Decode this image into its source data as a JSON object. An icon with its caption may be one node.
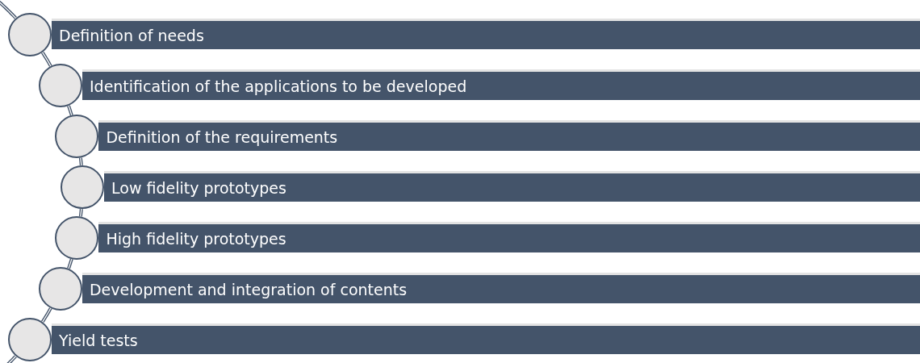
{
  "diagram": {
    "nodes": [
      {
        "text": [
          "Definition of needs"
        ]
      },
      {
        "text": [
          "Identification of the applications to be developed"
        ]
      },
      {
        "text": [
          "Definition of the requirements"
        ]
      },
      {
        "text": [
          "Low fidelity prototypes"
        ]
      },
      {
        "text": [
          "High fidelity prototypes"
        ]
      },
      {
        "text": [
          "Development and integration of contents"
        ]
      },
      {
        "text": [
          "Yield tests"
        ]
      },
      {
        "text": [],
        "shape": "circle"
      },
      {
        "text": [],
        "shape": "circle"
      },
      {
        "text": [],
        "shape": "circle"
      },
      {
        "text": [],
        "shape": "circle"
      },
      {
        "text": [],
        "shape": "circle"
      },
      {
        "text": [],
        "shape": "circle"
      },
      {
        "text": [],
        "shape": "circle"
      }
    ],
    "edges": [
      {
        "from": null,
        "to": 7,
        "arrow": "none"
      },
      {
        "from": 7,
        "to": 8,
        "arrow": "none"
      },
      {
        "from": 8,
        "to": 9,
        "arrow": "none"
      },
      {
        "from": 9,
        "to": 10,
        "arrow": "none"
      },
      {
        "from": 10,
        "to": 11,
        "arrow": "none"
      },
      {
        "from": 11,
        "to": 12,
        "arrow": "none"
      },
      {
        "from": 12,
        "to": 13,
        "arrow": "none"
      },
      {
        "from": 13,
        "to": null,
        "arrow": "none"
      }
    ]
  }
}
